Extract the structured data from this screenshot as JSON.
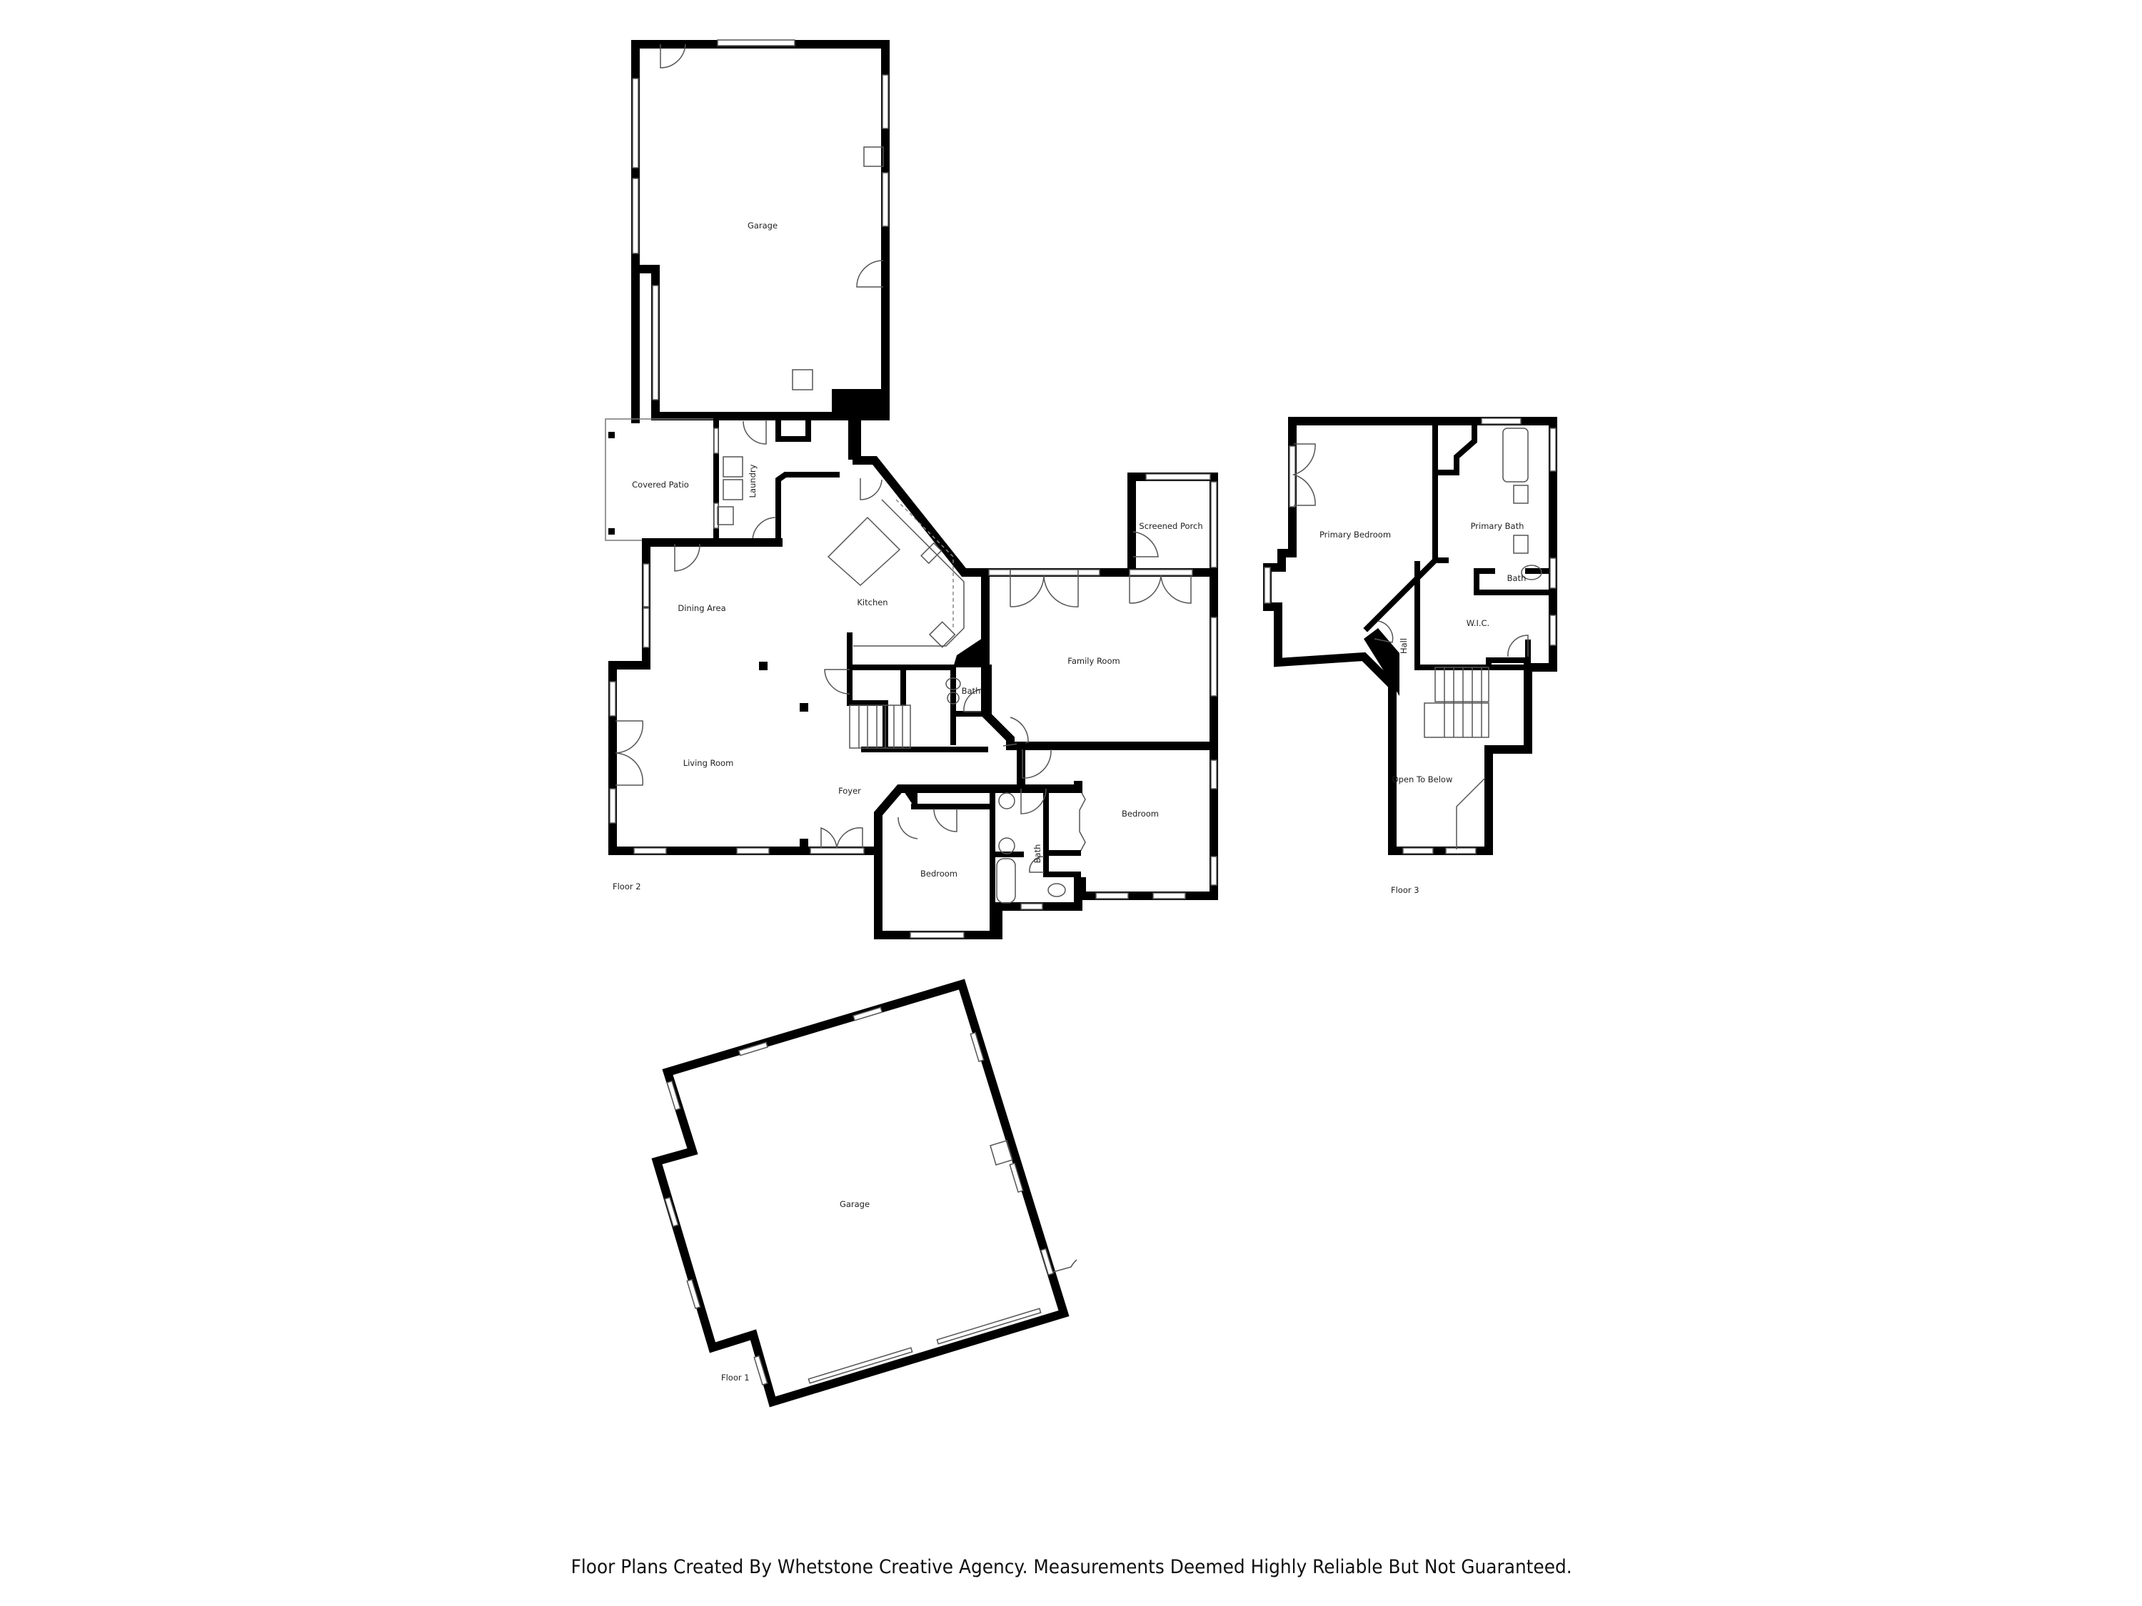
{
  "floors": {
    "floor1": {
      "label": "Floor 1",
      "rooms": {
        "garage": "Garage"
      }
    },
    "floor2": {
      "label": "Floor 2",
      "rooms": {
        "garage": "Garage",
        "covered_patio": "Covered Patio",
        "laundry": "Laundry",
        "kitchen": "Kitchen",
        "dining_area": "Dining Area",
        "living_room": "Living Room",
        "foyer": "Foyer",
        "bath_hall": "Bath",
        "screened_porch": "Screened Porch",
        "family_room": "Family Room",
        "bedroom_right": "Bedroom",
        "bedroom_left": "Bedroom",
        "bath_shared": "Bath"
      }
    },
    "floor3": {
      "label": "Floor 3",
      "rooms": {
        "primary_bedroom": "Primary Bedroom",
        "primary_bath": "Primary Bath",
        "bath": "Bath",
        "wic": "W.I.C.",
        "hall": "Hall",
        "open_to_below": "Open To Below"
      }
    }
  },
  "footer": {
    "credit": "Floor Plans Created By Whetstone Creative Agency. Measurements Deemed Highly Reliable But Not Guaranteed."
  },
  "colors": {
    "wall": "#000000",
    "background": "#ffffff",
    "fixture_line": "#555555"
  }
}
